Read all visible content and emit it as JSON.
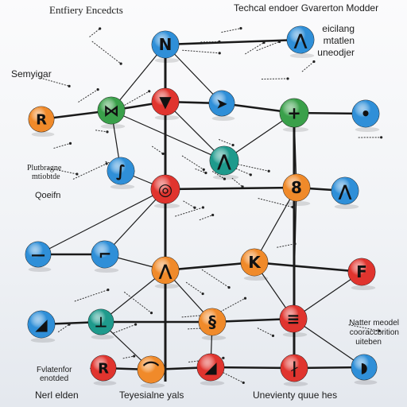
{
  "labels": {
    "top_left": "Entfiery Encedcts",
    "top_right": "Techcal endoer Gvarerton Modder",
    "right_upper_1": "eicilang",
    "right_upper_2": "mtatlen",
    "right_upper_3": "uneodjer",
    "left_upper": "Semyigar",
    "left_mid_1": "Plutbragne",
    "left_mid_2": "mtiobtde",
    "left_mid_3": "Qoeifn",
    "right_lower_1": "Natter meodel",
    "right_lower_2": "cooraccbrition",
    "right_lower_3": "uiteben",
    "bottom_left_1": "Fvlatenfor",
    "bottom_left_2": "enotded",
    "bottom_left_3": "Nerl elden",
    "bottom_center": "Teyesialne yals",
    "bottom_right": "Unevienty quue hes"
  },
  "colors": {
    "blue": "#2f8fd8",
    "blue_dark": "#1d6fb3",
    "green": "#3aa04a",
    "teal": "#1e9a8c",
    "red": "#e0342e",
    "orange": "#f08a2a",
    "line": "#1a1a1a"
  },
  "nodes": [
    {
      "id": "n1",
      "color": "blue",
      "glyph": "N"
    },
    {
      "id": "n2",
      "color": "blue",
      "glyph": "⋀"
    },
    {
      "id": "n3",
      "color": "orange",
      "glyph": "R"
    },
    {
      "id": "n4",
      "color": "green",
      "glyph": "⋈"
    },
    {
      "id": "n5",
      "color": "red",
      "glyph": "▼"
    },
    {
      "id": "n6",
      "color": "blue",
      "glyph": "➤"
    },
    {
      "id": "n7",
      "color": "green",
      "glyph": "+"
    },
    {
      "id": "n8",
      "color": "blue",
      "glyph": "•"
    },
    {
      "id": "n9",
      "color": "blue",
      "glyph": "∫"
    },
    {
      "id": "n10",
      "color": "teal",
      "glyph": "⋀"
    },
    {
      "id": "n11",
      "color": "red",
      "glyph": "◎"
    },
    {
      "id": "n12",
      "color": "orange",
      "glyph": "8"
    },
    {
      "id": "n13",
      "color": "blue",
      "glyph": "⋀"
    },
    {
      "id": "n14",
      "color": "blue",
      "glyph": "—"
    },
    {
      "id": "n15",
      "color": "blue",
      "glyph": "⌐"
    },
    {
      "id": "n16",
      "color": "orange",
      "glyph": "⋀"
    },
    {
      "id": "n17",
      "color": "orange",
      "glyph": "K"
    },
    {
      "id": "n18",
      "color": "red",
      "glyph": "F"
    },
    {
      "id": "n19",
      "color": "blue",
      "glyph": "◢"
    },
    {
      "id": "n20",
      "color": "teal",
      "glyph": "⊥"
    },
    {
      "id": "n21",
      "color": "orange",
      "glyph": "§"
    },
    {
      "id": "n22",
      "color": "red",
      "glyph": "≡"
    },
    {
      "id": "n23",
      "color": "red",
      "glyph": "R"
    },
    {
      "id": "n24",
      "color": "orange",
      "glyph": "⌒"
    },
    {
      "id": "n25",
      "color": "red",
      "glyph": "◢"
    },
    {
      "id": "n26",
      "color": "red",
      "glyph": "∤"
    },
    {
      "id": "n27",
      "color": "blue",
      "glyph": "◗"
    }
  ],
  "edges": [
    [
      "n1",
      "n2"
    ],
    [
      "n1",
      "n5"
    ],
    [
      "n1",
      "n4"
    ],
    [
      "n1",
      "n6"
    ],
    [
      "n3",
      "n4"
    ],
    [
      "n4",
      "n5"
    ],
    [
      "n5",
      "n6"
    ],
    [
      "n6",
      "n7"
    ],
    [
      "n7",
      "n8"
    ],
    [
      "n4",
      "n9"
    ],
    [
      "n4",
      "n10"
    ],
    [
      "n5",
      "n11"
    ],
    [
      "n5",
      "n10"
    ],
    [
      "n7",
      "n10"
    ],
    [
      "n7",
      "n12"
    ],
    [
      "n12",
      "n13"
    ],
    [
      "n11",
      "n12"
    ],
    [
      "n9",
      "n11"
    ],
    [
      "n11",
      "n14"
    ],
    [
      "n11",
      "n15"
    ],
    [
      "n11",
      "n16"
    ],
    [
      "n14",
      "n15"
    ],
    [
      "n15",
      "n16"
    ],
    [
      "n16",
      "n17"
    ],
    [
      "n17",
      "n18"
    ],
    [
      "n12",
      "n17"
    ],
    [
      "n12",
      "n22"
    ],
    [
      "n17",
      "n22"
    ],
    [
      "n19",
      "n20"
    ],
    [
      "n20",
      "n21"
    ],
    [
      "n21",
      "n22"
    ],
    [
      "n18",
      "n22"
    ],
    [
      "n16",
      "n20"
    ],
    [
      "n16",
      "n21"
    ],
    [
      "n23",
      "n24"
    ],
    [
      "n24",
      "n25"
    ],
    [
      "n25",
      "n26"
    ],
    [
      "n26",
      "n27"
    ],
    [
      "n22",
      "n26"
    ],
    [
      "n21",
      "n25"
    ],
    [
      "n20",
      "n24"
    ],
    [
      "n22",
      "n27"
    ]
  ]
}
